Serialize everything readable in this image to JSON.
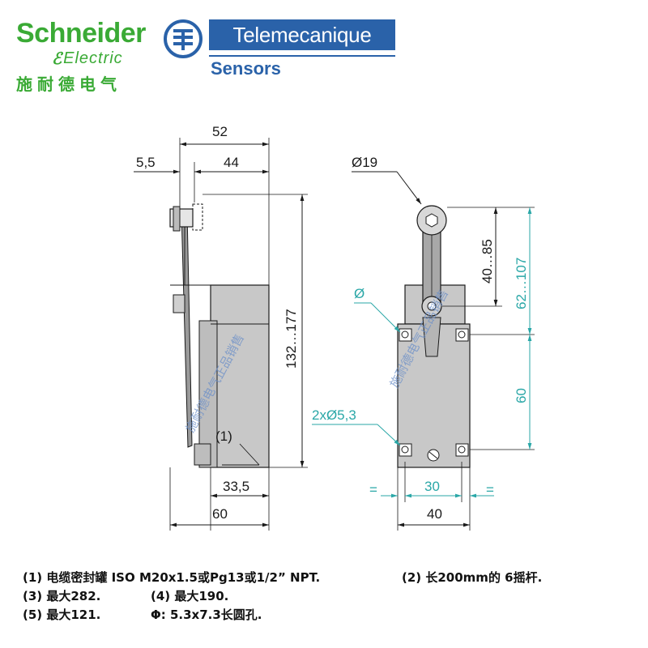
{
  "header": {
    "schneider_name": "Schneider",
    "schneider_sub": "Electric",
    "schneider_cn": "施耐德电气",
    "telemecanique": "Telemecanique",
    "sensors": "Sensors"
  },
  "side_view": {
    "dim_total_width": "52",
    "dim_offset": "5,5",
    "dim_body_top": "44",
    "dim_height": "132…177",
    "dim_body_depth": "33,5",
    "dim_base_width": "60",
    "callout_1": "(1)"
  },
  "front_view": {
    "dim_roller": "Ø19",
    "dim_lever_range": "40…85",
    "dim_total_range": "62…107",
    "dim_hole_symbol": "Ø",
    "dim_mount_holes": "2xØ5,3",
    "dim_hole_spacing_v": "60",
    "dim_hole_spacing_h": "30",
    "dim_equal_left": "=",
    "dim_equal_right": "=",
    "dim_body_width": "40"
  },
  "watermark": {
    "left": "施耐德电气正品销售",
    "right": "施耐德电气正品销售"
  },
  "notes": {
    "n1": "(1) 电缆密封罐 ISO M20x1.5或Pg13或1/2” NPT.",
    "n2": "(2) 长200mm的 6摇杆.",
    "n3": "(3) 最大282.",
    "n4": "(4) 最大190.",
    "n5": "(5) 最大121.",
    "n6": "Φ: 5.3x7.3长圆孔."
  },
  "colors": {
    "schneider_green": "#3aaa35",
    "telemecanique_blue": "#2a62a9",
    "dimension_teal": "#2aa7a7",
    "body_gray": "#c8c8c8"
  }
}
